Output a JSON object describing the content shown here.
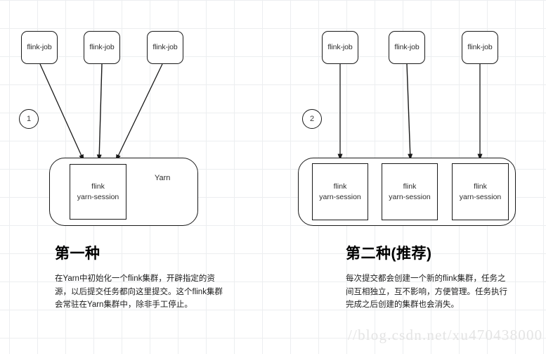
{
  "diagram": {
    "title_watermark": "//blog.csdn.net/xu470438000",
    "left": {
      "step_number": "1",
      "jobs": [
        {
          "label": "flink-job"
        },
        {
          "label": "flink-job"
        },
        {
          "label": "flink-job"
        }
      ],
      "cluster_label": "Yarn",
      "sessions": [
        {
          "line1": "flink",
          "line2": "yarn-session"
        }
      ],
      "heading": "第一种",
      "description": "在Yarn中初始化一个flink集群，开辟指定的资源，以后提交任务都向这里提交。这个flink集群会常驻在Yarn集群中，除非手工停止。"
    },
    "right": {
      "step_number": "2",
      "jobs": [
        {
          "label": "flink-job"
        },
        {
          "label": "flink-job"
        },
        {
          "label": "flink-job"
        }
      ],
      "cluster_label": "",
      "sessions": [
        {
          "line1": "flink",
          "line2": "yarn-session"
        },
        {
          "line1": "flink",
          "line2": "yarn-session"
        },
        {
          "line1": "flink",
          "line2": "yarn-session"
        }
      ],
      "heading": "第二种(推荐)",
      "description": "每次提交都会创建一个新的flink集群，任务之间互相独立，互不影响，方便管理。任务执行完成之后创建的集群也会消失。"
    },
    "colors": {
      "stroke": "#1a1a1a",
      "text": "#2b2b2b",
      "grid": "#eceef0",
      "watermark": "#e4e4e4",
      "background": "#ffffff"
    }
  }
}
